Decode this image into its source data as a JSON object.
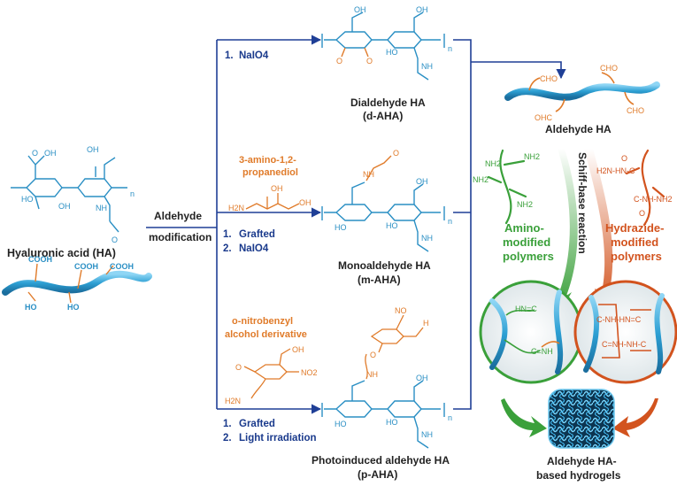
{
  "colors": {
    "ha_blue": "#2a8fc4",
    "strand_blue": "#35a8d8",
    "arrow_navy": "#1f3f96",
    "step_navy": "#1a3a8c",
    "orange": "#e07b2a",
    "green": "#3aa03a",
    "red_orange": "#d2531e",
    "dark": "#222222"
  },
  "left": {
    "molecule_label": "Hyaluronic acid (HA)",
    "cooh": "COOH",
    "ho": "HO"
  },
  "arrow_label": {
    "line1": "Aldehyde",
    "line2": "modification"
  },
  "routes": [
    {
      "steps": [
        "1.",
        "NaIO4"
      ],
      "product_name": "Dialdehyde HA",
      "product_abbr": "(d-AHA)"
    },
    {
      "reagent": [
        "3-amino-1,2-",
        "propanediol"
      ],
      "step1_num": "1.",
      "step1": "Grafted",
      "step2_num": "2.",
      "step2": "NaIO4",
      "product_name": "Monoaldehyde HA",
      "product_abbr": "(m-AHA)"
    },
    {
      "reagent": [
        "o-nitrobenzyl",
        "alcohol derivative"
      ],
      "step1_num": "1.",
      "step1": "Grafted",
      "step2_num": "2.",
      "step2": "Light irradiation",
      "product_name": "Photoinduced aldehyde HA",
      "product_abbr": "(p-AHA)"
    }
  ],
  "atoms": {
    "oh": "OH",
    "ho": "HO",
    "o": "O",
    "nh": "NH",
    "n": "n",
    "h2n": "H2N",
    "no2": "NO2",
    "no": "NO",
    "h": "H"
  },
  "right": {
    "aldehyde_ha": "Aldehyde HA",
    "cho": "CHO",
    "ohc": "OHC",
    "amino_label": [
      "Amino-",
      "modified",
      "polymers"
    ],
    "nh2": "NH2",
    "schiff": "Schiff-base reaction",
    "hydrazide_label": [
      "Hydrazide-",
      "modified",
      "polymers"
    ],
    "hz1": "H2N-HN-C",
    "hz2": "C-NH-NH2",
    "imine1": "HN=C",
    "imine2": "C=NH",
    "hyd1": "C-NH-HN=C",
    "hyd2": "C=NH-NH-C",
    "hydrogel_label": [
      "Aldehyde HA-",
      "based hydrogels"
    ]
  }
}
